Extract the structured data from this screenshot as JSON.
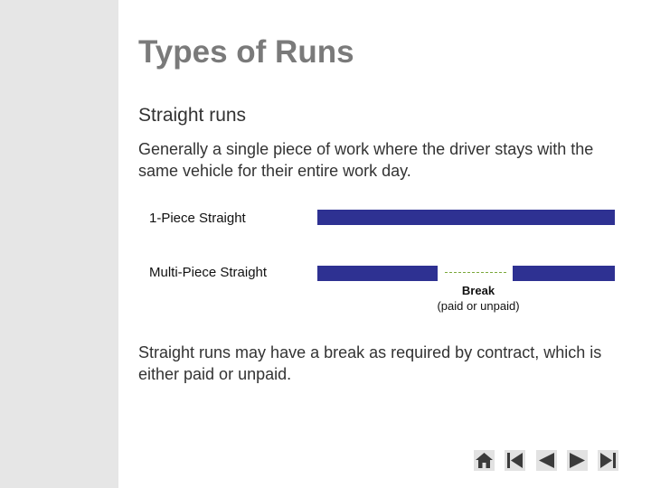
{
  "slide": {
    "title": "Types of Runs",
    "subheading": "Straight runs",
    "intro": "Generally a single piece of work where the driver stays with the same vehicle for their entire work day.",
    "rows": [
      {
        "label": "1-Piece Straight"
      },
      {
        "label": "Multi-Piece Straight"
      }
    ],
    "break_title": "Break",
    "break_subtitle": "(paid or unpaid)",
    "footer_text": "Straight runs may have a break as required by contract, which is either paid or unpaid."
  },
  "colors": {
    "bar": "#2e3192",
    "sidebar": "#e6e6e6",
    "title": "#7a7a7a",
    "break_line": "#7aa83a",
    "nav_icon": "#3b3b3b"
  },
  "navigation": {
    "buttons": [
      {
        "icon": "home-icon"
      },
      {
        "icon": "first-slide-icon"
      },
      {
        "icon": "previous-slide-icon"
      },
      {
        "icon": "next-slide-icon"
      },
      {
        "icon": "last-slide-icon"
      }
    ]
  }
}
